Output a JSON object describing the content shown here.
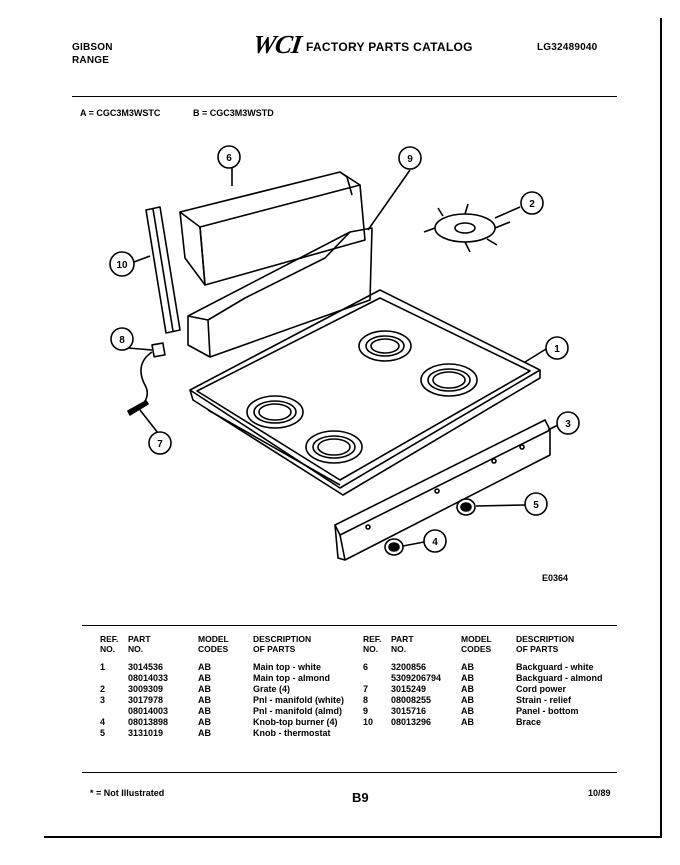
{
  "header": {
    "brand": "GIBSON",
    "product": "RANGE",
    "logo_text": "WCI",
    "catalog_title": "FACTORY PARTS CATALOG",
    "catalog_number": "LG32489040"
  },
  "models": {
    "a": "A = CGC3M3WSTC",
    "b": "B = CGC3M3WSTD"
  },
  "diagram": {
    "figure_code": "E0364",
    "callouts": [
      "1",
      "2",
      "3",
      "4",
      "5",
      "6",
      "7",
      "8",
      "9",
      "10"
    ]
  },
  "table": {
    "headers": {
      "ref": [
        "REF.",
        "NO."
      ],
      "part": [
        "PART",
        "NO."
      ],
      "model": [
        "MODEL",
        "CODES"
      ],
      "desc": [
        "DESCRIPTION",
        "OF PARTS"
      ]
    },
    "left_rows": [
      {
        "ref": "1",
        "part": "3014536",
        "code": "AB",
        "desc": "Main top - white"
      },
      {
        "ref": "",
        "part": "08014033",
        "code": "AB",
        "desc": "Main top - almond"
      },
      {
        "ref": "2",
        "part": "3009309",
        "code": "AB",
        "desc": "Grate (4)"
      },
      {
        "ref": "3",
        "part": "3017978",
        "code": "AB",
        "desc": "Pnl - manifold (white)"
      },
      {
        "ref": "",
        "part": "08014003",
        "code": "AB",
        "desc": "Pnl - manifold (almd)"
      },
      {
        "ref": "4",
        "part": "08013898",
        "code": "AB",
        "desc": "Knob-top burner (4)"
      },
      {
        "ref": "5",
        "part": "3131019",
        "code": "AB",
        "desc": "Knob - thermostat"
      }
    ],
    "right_rows": [
      {
        "ref": "6",
        "part": "3200856",
        "code": "AB",
        "desc": "Backguard - white"
      },
      {
        "ref": "",
        "part": "5309206794",
        "code": "AB",
        "desc": "Backguard - almond"
      },
      {
        "ref": "7",
        "part": "3015249",
        "code": "AB",
        "desc": "Cord power"
      },
      {
        "ref": "8",
        "part": "08008255",
        "code": "AB",
        "desc": "Strain - relief"
      },
      {
        "ref": "9",
        "part": "3015716",
        "code": "AB",
        "desc": "Panel - bottom"
      },
      {
        "ref": "10",
        "part": "08013296",
        "code": "AB",
        "desc": "Brace"
      }
    ]
  },
  "footer": {
    "note": "* = Not Illustrated",
    "page": "B9",
    "date": "10/89"
  }
}
